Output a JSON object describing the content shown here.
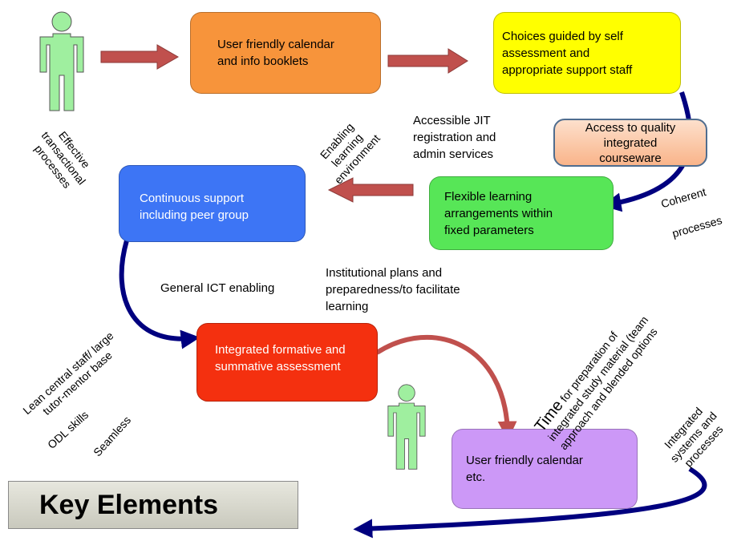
{
  "boxes": {
    "calendar_top": "User friendly calendar\nand info booklets",
    "choices": "Choices guided by self\nassessment and\nappropriate support staff",
    "access": "Access to quality\nintegrated\ncourseware",
    "flexible": "Flexible learning\narrangements within\nfixed parameters",
    "continuous": "Continuous support\nincluding peer group",
    "integrated_assessment": "Integrated formative and\nsummative assessment",
    "calendar_bottom": "User friendly calendar\netc."
  },
  "labels": {
    "effective": "Effective\ntransactional\nprocesses",
    "enabling": "Enabling\nlearning\nenvironment",
    "accessible": "Accessible JIT\nregistration and\nadmin services",
    "coherent_1": "Coherent",
    "coherent_2": "processes",
    "institutional": "Institutional plans and\npreparedness/to facilitate\nlearning",
    "general_ict": "General ICT enabling",
    "lean": "Lean central staff/ large\ntutor-mentor base",
    "odl": "ODL skills",
    "seamless": "Seamless",
    "time_word": "Time",
    "time_rest": " for preparation of\nintegrated study material (team\napproach and blended options",
    "integrated_systems": "Integrated\nsystems and\nprocesses"
  },
  "key_title": "Key Elements",
  "colors": {
    "calendar_top": "#f7943b",
    "choices": "#ffff00",
    "access": "#fbc7a6",
    "flexible": "#57e657",
    "continuous": "#3d75f5",
    "integrated_assessment": "#f4300f",
    "calendar_bottom": "#cc98f7",
    "straight_arrow": "#c0504d",
    "curve_blue": "#00007f",
    "curve_red": "#c0504d",
    "figure": "#9fef9f"
  }
}
